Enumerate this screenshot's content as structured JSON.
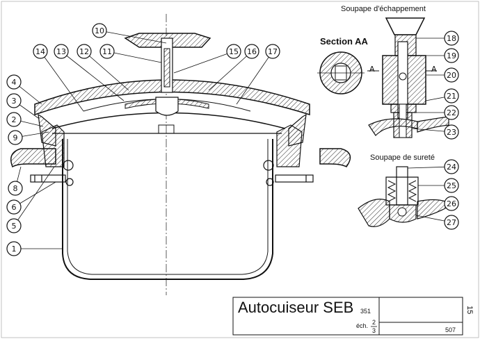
{
  "headings": {
    "escape_valve": "Soupape d'échappement",
    "section": "Section AA",
    "safety_valve": "Soupape de sureté",
    "marker_a_left": "A",
    "marker_a_right": "A"
  },
  "callouts": [
    "10",
    "11",
    "12",
    "13",
    "14",
    "15",
    "16",
    "17",
    "4",
    "3",
    "2",
    "9",
    "8",
    "6",
    "5",
    "1",
    "18",
    "19",
    "20",
    "21",
    "22",
    "23",
    "24",
    "25",
    "26",
    "27"
  ],
  "title_block": {
    "title": "Autocuiseur SEB",
    "number": "351",
    "scale_label": "éch.",
    "scale_num": "2",
    "scale_den": "3",
    "sheet": "507",
    "corner_mark": "15"
  }
}
